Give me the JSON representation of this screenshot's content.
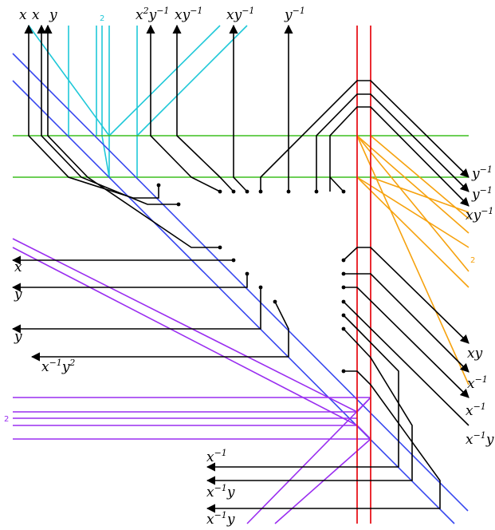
{
  "colors": {
    "black": "#000000",
    "cyan": "#1fc8d8",
    "green": "#3dbf1f",
    "blue": "#3848ef",
    "red": "#e8141c",
    "orange": "#f6a20e",
    "purple": "#9a2ef0"
  },
  "labels": {
    "top": [
      {
        "base": "x",
        "exp": ""
      },
      {
        "base": "x",
        "exp": ""
      },
      {
        "base": "y",
        "exp": ""
      },
      {
        "base": "x",
        "exp": "2",
        "base2": "y",
        "exp2": "−1"
      },
      {
        "base": "xy",
        "exp": "−1"
      },
      {
        "base": "xy",
        "exp": "−1"
      },
      {
        "base": "y",
        "exp": "−1"
      }
    ],
    "right": [
      {
        "base": "y",
        "exp": "−1"
      },
      {
        "base": "y",
        "exp": "−1"
      },
      {
        "base": "xy",
        "exp": "−1"
      },
      {
        "base": "xy",
        "exp": ""
      },
      {
        "base": "x",
        "exp": "−1"
      },
      {
        "base": "x",
        "exp": "−1"
      },
      {
        "base": "x",
        "exp": "−1",
        "base2": "y",
        "exp2": ""
      }
    ],
    "left": [
      {
        "base": "x",
        "exp": ""
      },
      {
        "base": "y",
        "exp": ""
      },
      {
        "base": "y",
        "exp": ""
      },
      {
        "base": "x",
        "exp": "−1",
        "base2": "y",
        "exp2": "2"
      }
    ],
    "bottom": [
      {
        "base": "x",
        "exp": "−1"
      },
      {
        "base": "x",
        "exp": "−1",
        "base2": "y",
        "exp2": ""
      },
      {
        "base": "x",
        "exp": "−1",
        "base2": "y",
        "exp2": ""
      }
    ]
  },
  "multiplicities": {
    "cyan": "2",
    "orange": "2",
    "purple": "2"
  }
}
